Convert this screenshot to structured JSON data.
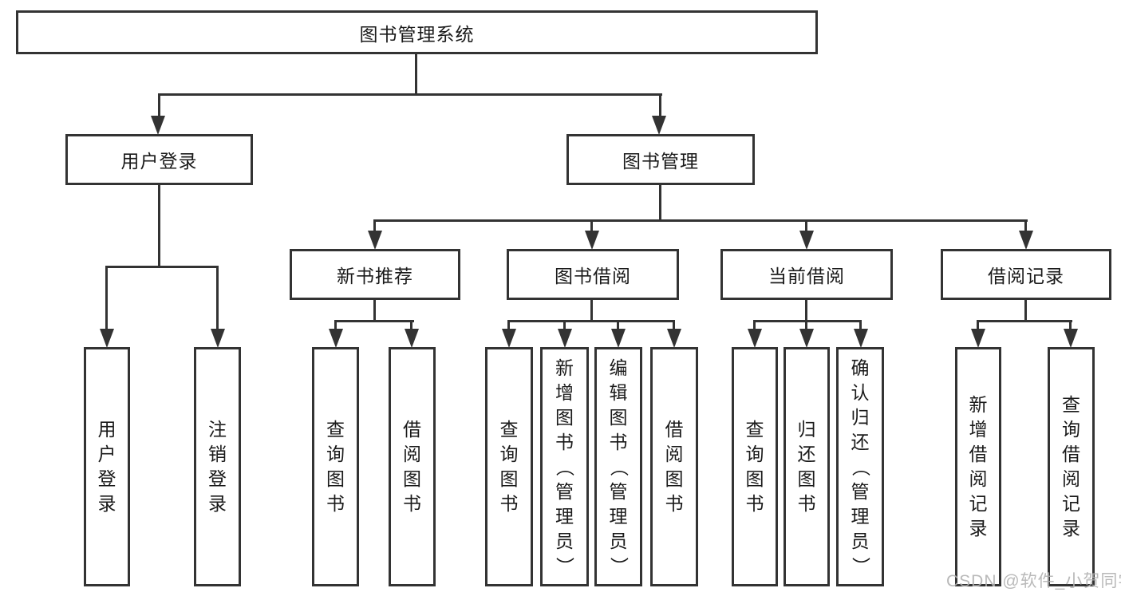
{
  "watermark": "CSDN @软件_小贺同学",
  "colors": {
    "line": "#333333",
    "text": "#1a1a1a",
    "box_background": "#ffffff",
    "watermark": "#b2b2b2",
    "background": "#ffffff"
  },
  "tree": {
    "label": "图书管理系统",
    "children": [
      {
        "label": "用户登录",
        "children": [
          {
            "label": "用户登录"
          },
          {
            "label": "注销登录"
          }
        ]
      },
      {
        "label": "图书管理",
        "children": [
          {
            "label": "新书推荐",
            "children": [
              {
                "label": "查询图书"
              },
              {
                "label": "借阅图书"
              }
            ]
          },
          {
            "label": "图书借阅",
            "children": [
              {
                "label": "查询图书"
              },
              {
                "label": "新增图书（管理员）"
              },
              {
                "label": "编辑图书（管理员）"
              },
              {
                "label": "借阅图书"
              }
            ]
          },
          {
            "label": "当前借阅",
            "children": [
              {
                "label": "查询图书"
              },
              {
                "label": "归还图书"
              },
              {
                "label": "确认归还（管理员）"
              }
            ]
          },
          {
            "label": "借阅记录",
            "children": [
              {
                "label": "新增借阅记录"
              },
              {
                "label": "查询借阅记录"
              }
            ]
          }
        ]
      }
    ]
  }
}
